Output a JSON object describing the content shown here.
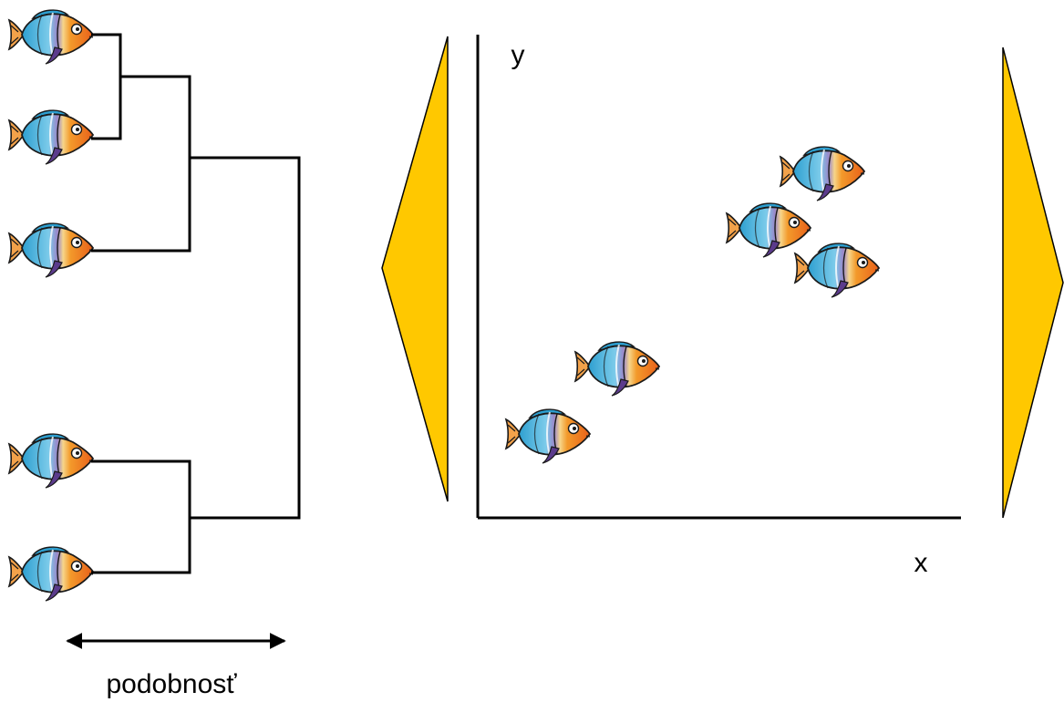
{
  "dendrogram": {
    "leaves": 5,
    "similarity_label": "podobnosť"
  },
  "scatter": {
    "x_label": "x",
    "y_label": "y",
    "points": 5
  },
  "arrows": {
    "left_direction": "left",
    "right_direction": "right"
  },
  "colors": {
    "arrow_fill": "#FFC800",
    "fish_body": "#4FB3D9",
    "fish_head": "#F07C1E",
    "fish_fin": "#5B3B8C",
    "line": "#000000"
  },
  "icons": {
    "fish": "fish-icon",
    "double_arrow": "double-headed-arrow-icon"
  }
}
